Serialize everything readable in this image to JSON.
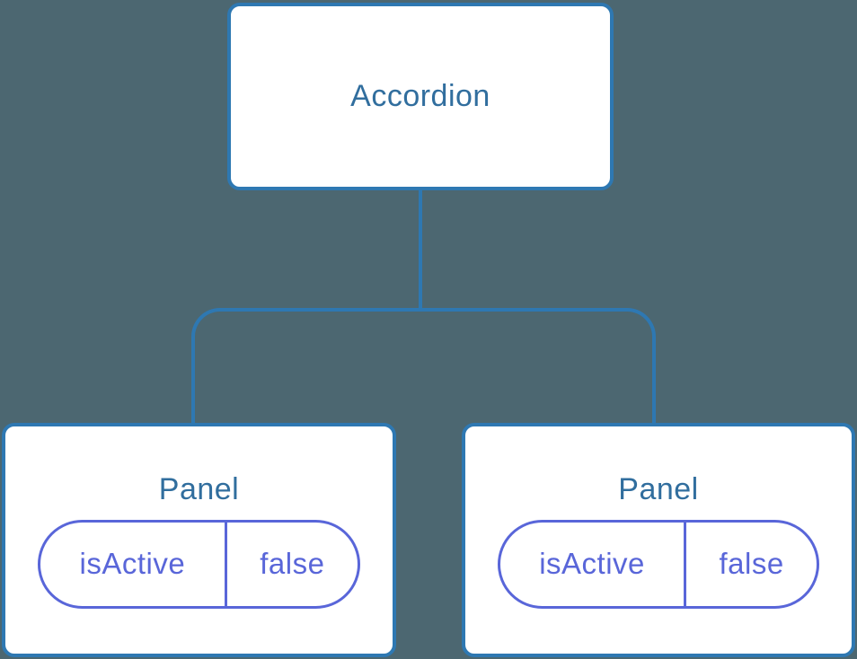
{
  "colors": {
    "background": "#4C6771",
    "line_blue": "#2E78B2",
    "label_blue": "#316E9E",
    "pill_purple": "#5966D9",
    "node_fill": "#FFFFFF"
  },
  "tree": {
    "root": {
      "label": "Accordion"
    },
    "children": [
      {
        "label": "Panel",
        "props": [
          {
            "name": "isActive",
            "value": "false"
          }
        ]
      },
      {
        "label": "Panel",
        "props": [
          {
            "name": "isActive",
            "value": "false"
          }
        ]
      }
    ]
  }
}
